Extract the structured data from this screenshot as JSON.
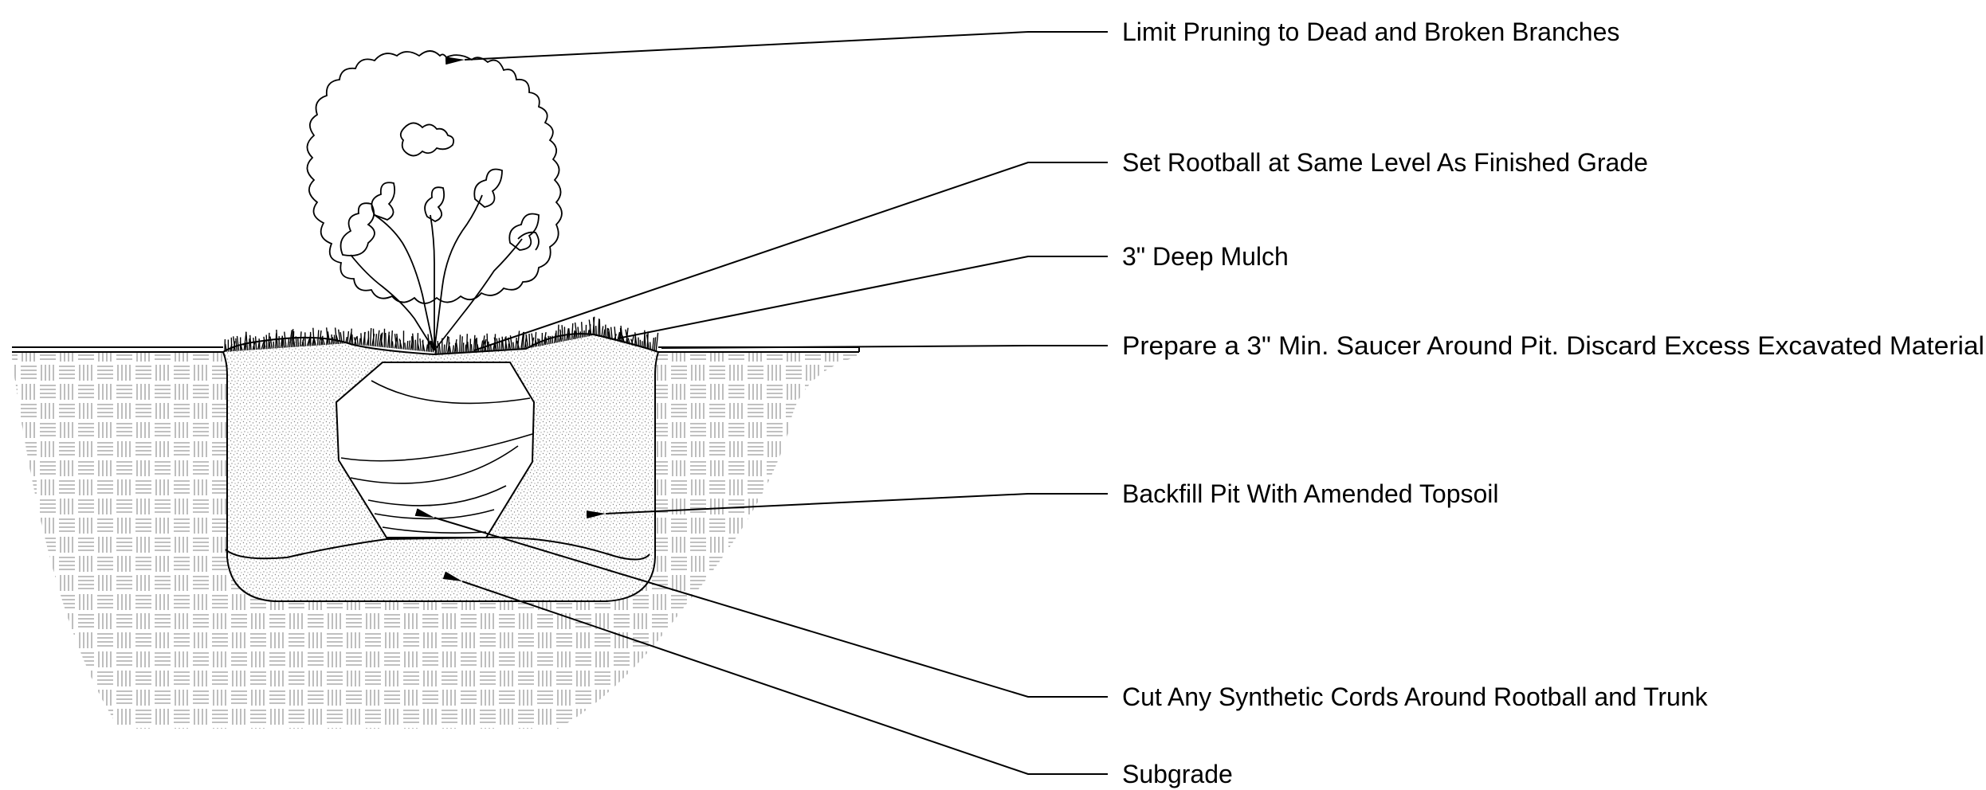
{
  "diagram": {
    "callouts": [
      {
        "id": "pruning",
        "text": "Limit Pruning to Dead and Broken Branches"
      },
      {
        "id": "rootball-level",
        "text": "Set Rootball at Same Level As Finished Grade"
      },
      {
        "id": "mulch",
        "text": "3\" Deep Mulch"
      },
      {
        "id": "saucer",
        "text": "Prepare a 3\" Min. Saucer Around Pit. Discard Excess Excavated Material"
      },
      {
        "id": "backfill",
        "text": "Backfill Pit With Amended Topsoil"
      },
      {
        "id": "cords",
        "text": "Cut Any Synthetic Cords Around Rootball and Trunk"
      },
      {
        "id": "subgrade",
        "text": "Subgrade"
      }
    ],
    "colors": {
      "line": "#000000",
      "hatch": "#9a9a9a",
      "stipple": "#777777",
      "background": "#ffffff"
    }
  }
}
